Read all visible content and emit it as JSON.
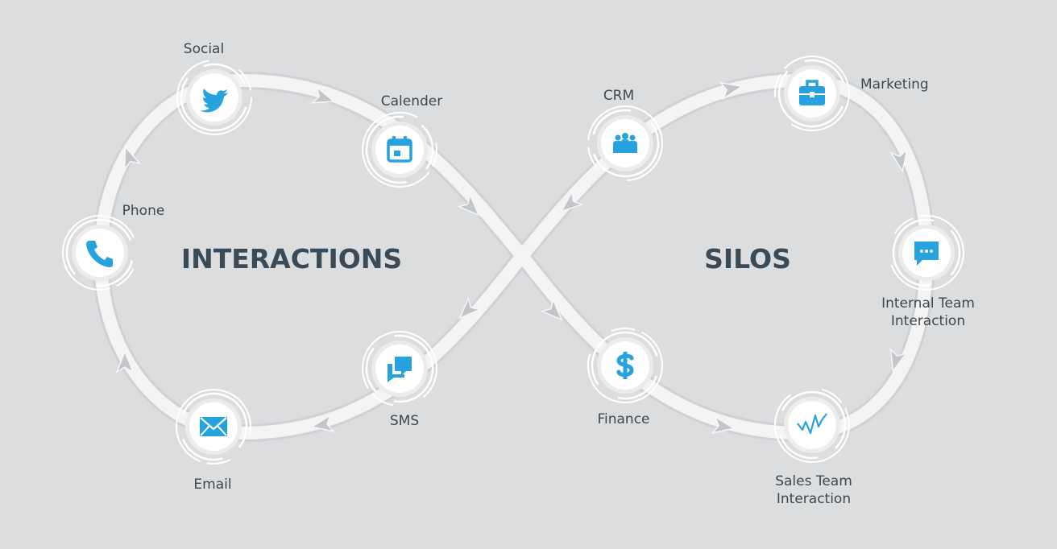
{
  "accent_color": "#26a3df",
  "background_color": "#dcdddf",
  "heading_color": "#3a4a56",
  "sections": {
    "left_title": "INTERACTIONS",
    "right_title": "SILOS"
  },
  "nodes": [
    {
      "id": "social",
      "label_lines": [
        "Social"
      ],
      "icon": "twitter-bird-icon"
    },
    {
      "id": "calender",
      "label_lines": [
        "Calender"
      ],
      "icon": "calendar-icon"
    },
    {
      "id": "phone",
      "label_lines": [
        "Phone"
      ],
      "icon": "phone-icon"
    },
    {
      "id": "email",
      "label_lines": [
        "Email"
      ],
      "icon": "envelope-icon"
    },
    {
      "id": "sms",
      "label_lines": [
        "SMS"
      ],
      "icon": "chat-bubbles-icon"
    },
    {
      "id": "crm",
      "label_lines": [
        "CRM"
      ],
      "icon": "team-people-icon"
    },
    {
      "id": "marketing",
      "label_lines": [
        "Marketing"
      ],
      "icon": "briefcase-icon"
    },
    {
      "id": "internal-team",
      "label_lines": [
        "Internal Team",
        "Interaction"
      ],
      "icon": "message-dots-icon"
    },
    {
      "id": "finance",
      "label_lines": [
        "Finance"
      ],
      "icon": "dollar-icon"
    },
    {
      "id": "sales-team",
      "label_lines": [
        "Sales Team",
        "Interaction"
      ],
      "icon": "sales-line-chart-icon"
    }
  ]
}
